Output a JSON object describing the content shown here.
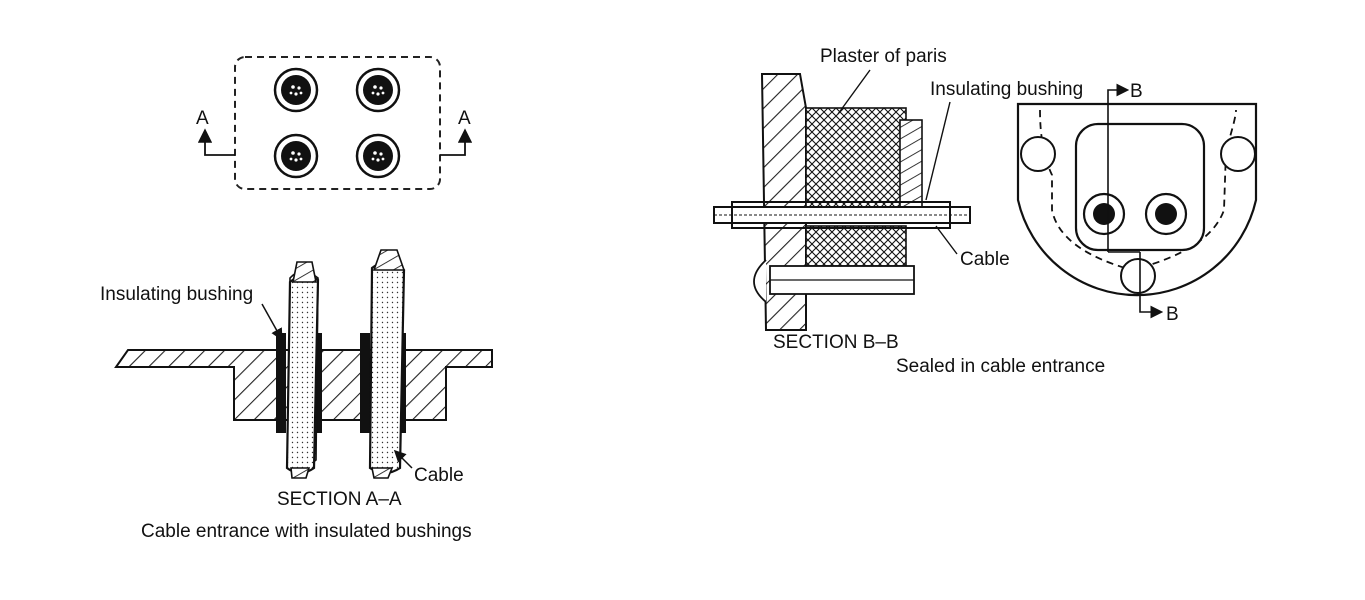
{
  "left_figure": {
    "marker_left": "A",
    "marker_right": "A",
    "label_bushing": "Insulating bushing",
    "label_cable": "Cable",
    "section_title": "SECTION A–A",
    "caption": "Cable entrance with insulated bushings"
  },
  "right_figure": {
    "label_plaster": "Plaster of paris",
    "label_bushing": "Insulating bushing",
    "label_cable": "Cable",
    "marker_top": "B",
    "marker_bottom": "B",
    "section_title": "SECTION B–B",
    "caption": "Sealed in cable entrance"
  }
}
